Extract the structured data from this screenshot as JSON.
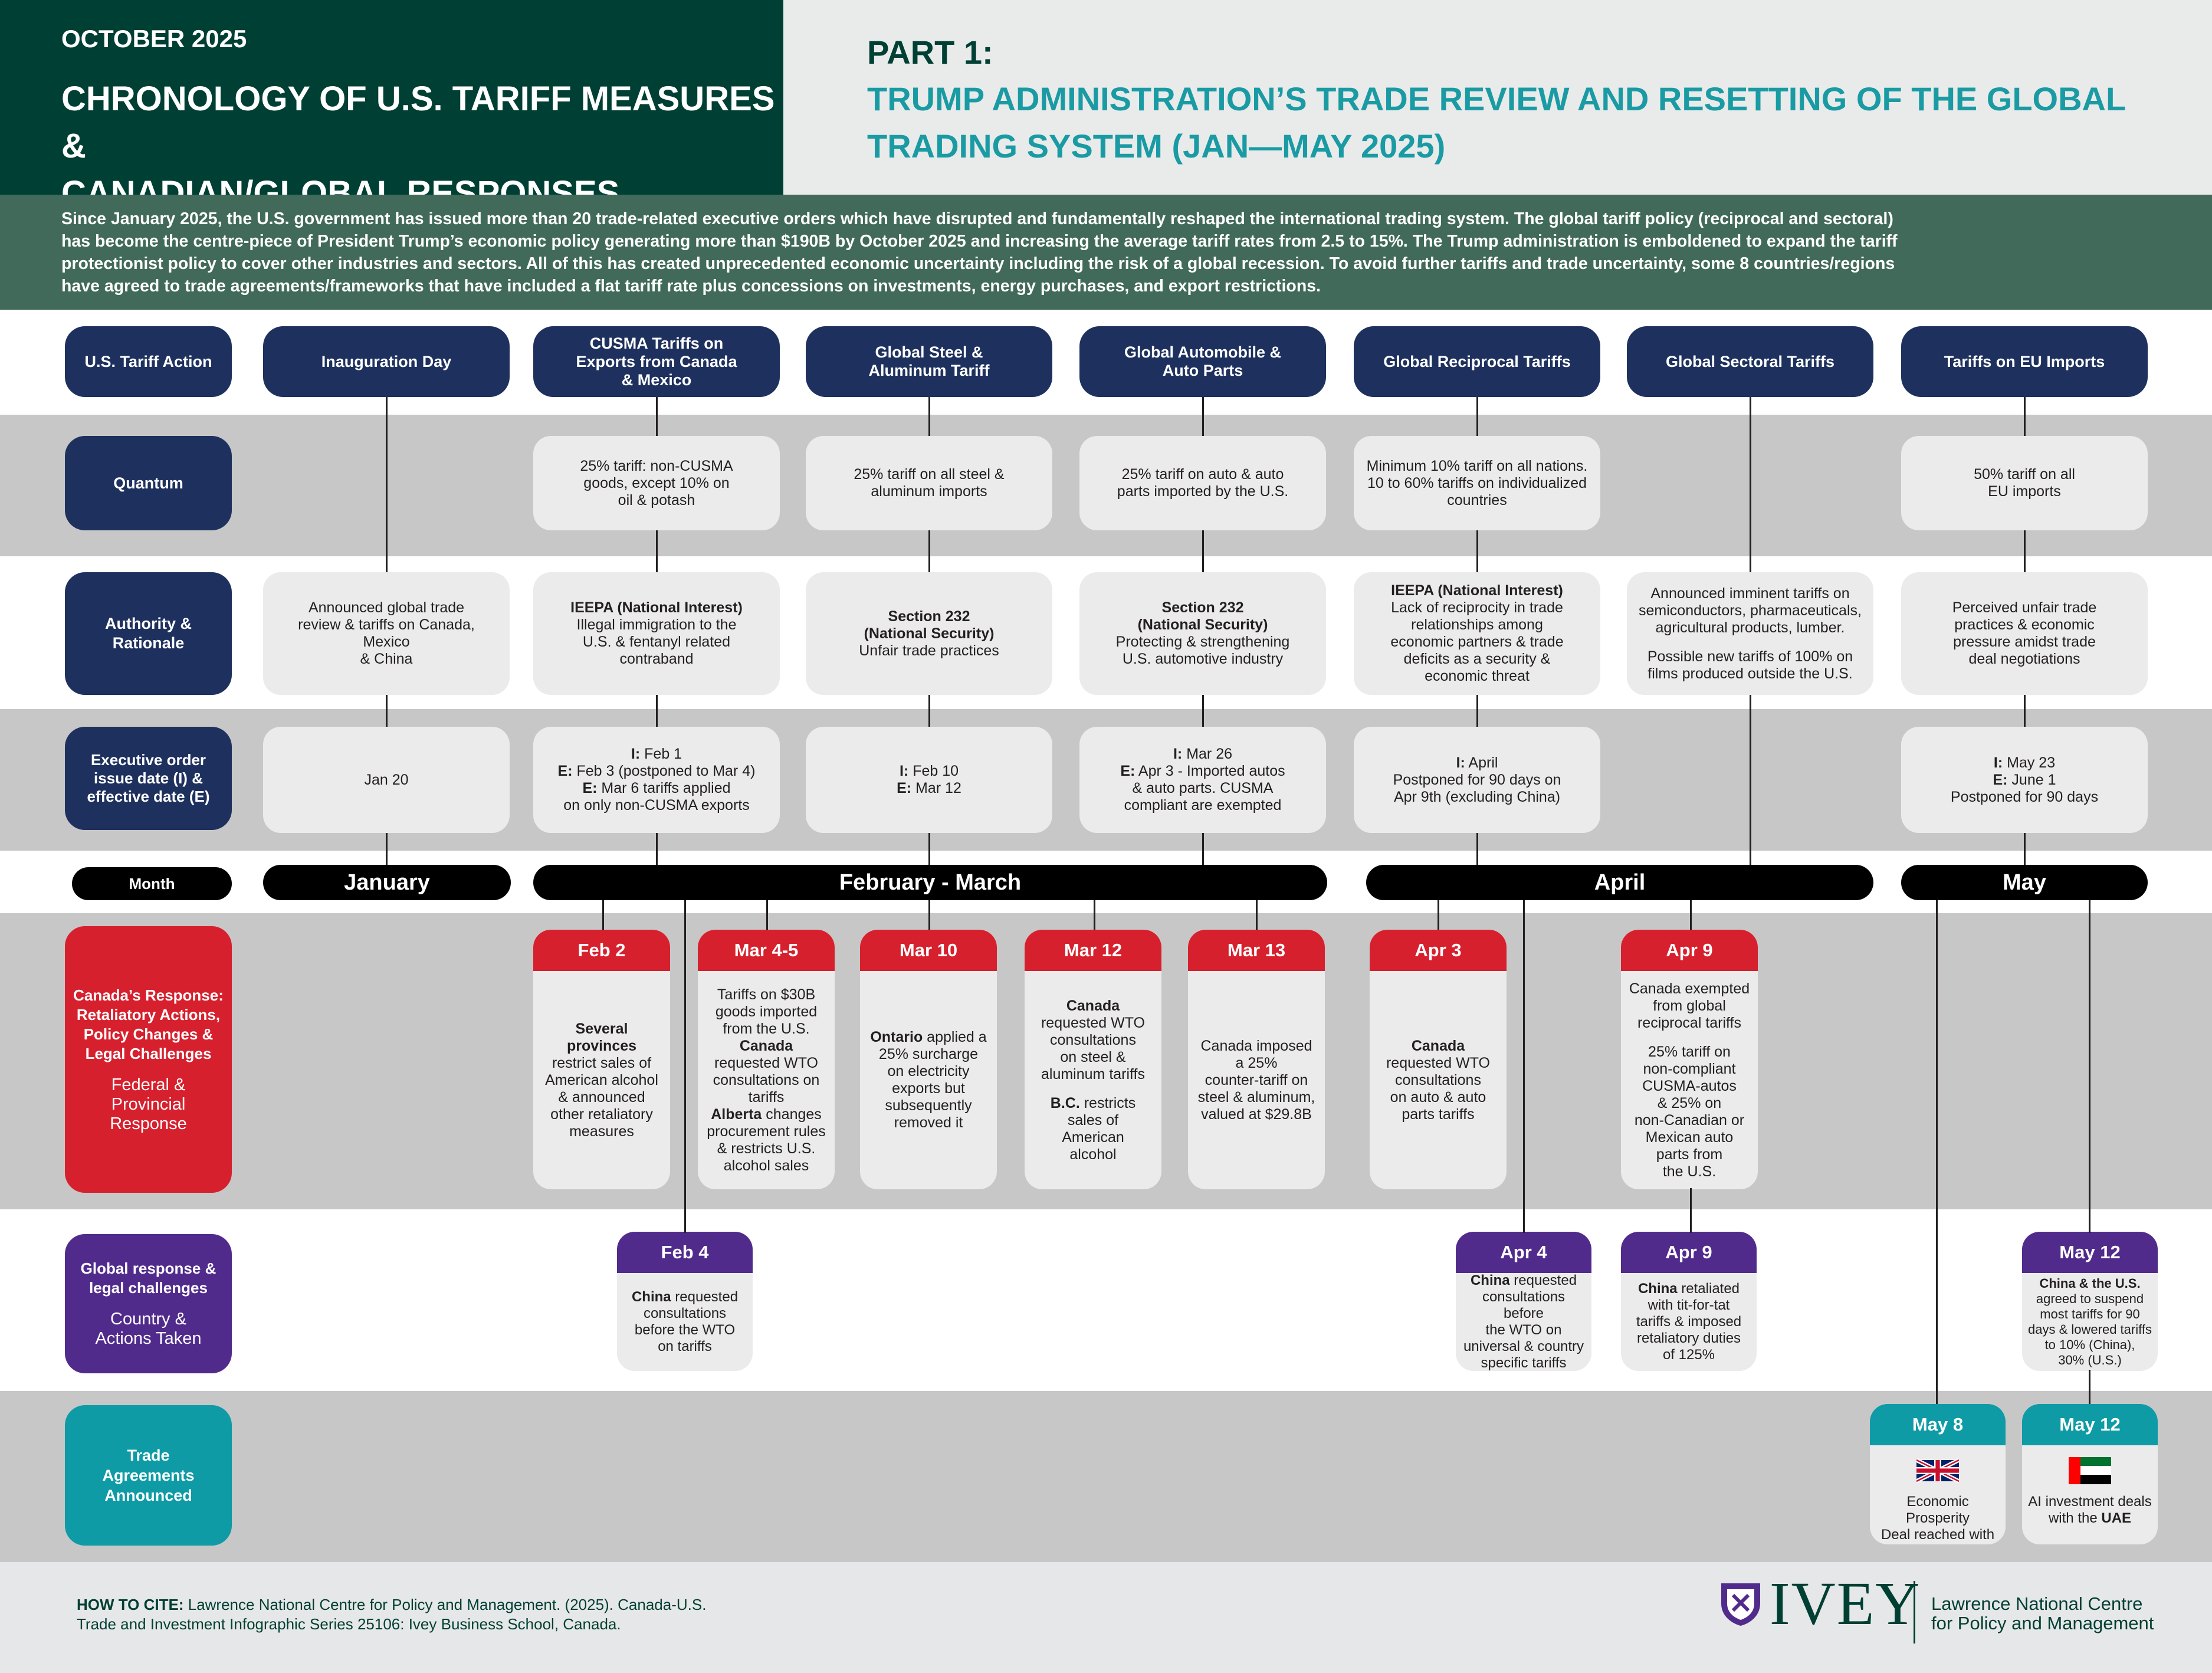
{
  "header": {
    "date": "OCTOBER 2025",
    "title_line1": "CHRONOLOGY OF U.S. TARIFF MEASURES &",
    "title_line2": "CANADIAN/GLOBAL RESPONSES",
    "part": "PART 1:",
    "subtitle_line1": "TRUMP ADMINISTRATION’S TRADE REVIEW AND RESETTING OF THE GLOBAL",
    "subtitle_line2": "TRADING SYSTEM (JAN—MAY 2025)"
  },
  "intro_lines": [
    "Since January 2025, the U.S. government has issued more than 20 trade-related executive orders which have disrupted and fundamentally reshaped the international trading system. The global tariff policy (reciprocal and sectoral)",
    "has become the centre-piece of President Trump’s economic policy generating more than $190B by October 2025 and increasing the average tariff rates from 2.5 to 15%. The Trump administration is emboldened to expand the tariff",
    "protectionist policy to cover other industries and sectors. All of this has created unprecedented economic uncertainty including the risk of a global recession. To avoid further tariffs and trade uncertainty, some 8 countries/regions",
    "have agreed to trade agreements/frameworks that have included a flat tariff rate plus concessions on investments, energy purchases, and export restrictions."
  ],
  "row_labels": {
    "action": "U.S. Tariff Action",
    "quantum": "Quantum",
    "authority": [
      "Authority &",
      "Rationale"
    ],
    "exec": [
      "Executive order",
      "issue date (I) &",
      "effective date (E)"
    ],
    "month": "Month",
    "canada": [
      "Canada’s Response:",
      "Retaliatory Actions,",
      "Policy Changes &",
      "Legal Challenges"
    ],
    "canada_sub": [
      "Federal &",
      "Provincial",
      "Response"
    ],
    "global": [
      "Global response &",
      "legal challenges"
    ],
    "global_sub": [
      "Country &",
      "Actions Taken"
    ],
    "trade": [
      "Trade",
      "Agreements",
      "Announced"
    ]
  },
  "actions": [
    {
      "title": [
        "Inauguration Day"
      ],
      "quantum": [],
      "authority": [
        {
          "t": "Announced global trade"
        },
        {
          "t": "review & tariffs on Canada, Mexico"
        },
        {
          "t": "& China"
        }
      ],
      "exec": [
        {
          "t": "Jan 20"
        }
      ]
    },
    {
      "title": [
        "CUSMA Tariffs on",
        "Exports from Canada",
        "& Mexico"
      ],
      "quantum": [
        "25% tariff: non-CUSMA",
        "goods, except 10% on",
        "oil & potash"
      ],
      "authority": [
        {
          "t": "IEEPA (National Interest)",
          "b": true
        },
        {
          "t": "Illegal immigration to the"
        },
        {
          "t": "U.S. & fentanyl related"
        },
        {
          "t": "contraband"
        }
      ],
      "exec": [
        {
          "p": "I:",
          "t": " Feb 1"
        },
        {
          "p": "E:",
          "t": " Feb 3 (postponed to Mar 4)"
        },
        {
          "p": "E:",
          "t": " Mar 6 tariffs applied"
        },
        {
          "t": "on only non-CUSMA exports"
        }
      ]
    },
    {
      "title": [
        "Global Steel &",
        "Aluminum Tariff"
      ],
      "quantum": [
        "25% tariff on all steel &",
        "aluminum imports"
      ],
      "authority": [
        {
          "t": "Section 232",
          "b": true
        },
        {
          "t": "(National Security)",
          "b": true
        },
        {
          "t": "Unfair trade practices"
        }
      ],
      "exec": [
        {
          "p": "I:",
          "t": " Feb 10"
        },
        {
          "p": "E:",
          "t": " Mar 12"
        }
      ]
    },
    {
      "title": [
        "Global Automobile &",
        "Auto Parts"
      ],
      "quantum": [
        "25% tariff on auto & auto",
        "parts imported by the U.S."
      ],
      "authority": [
        {
          "t": "Section 232",
          "b": true
        },
        {
          "t": "(National Security)",
          "b": true
        },
        {
          "t": "Protecting & strengthening"
        },
        {
          "t": "U.S. automotive industry"
        }
      ],
      "exec": [
        {
          "p": "I:",
          "t": " Mar 26"
        },
        {
          "p": "E:",
          "t": " Apr 3 - Imported autos"
        },
        {
          "t": "& auto parts. CUSMA"
        },
        {
          "t": "compliant are exempted"
        }
      ]
    },
    {
      "title": [
        "Global Reciprocal Tariffs"
      ],
      "quantum": [
        "Minimum 10% tariff on all nations.",
        "10 to 60% tariffs on individualized",
        "countries"
      ],
      "authority": [
        {
          "t": "IEEPA (National Interest)",
          "b": true
        },
        {
          "t": "Lack of reciprocity in trade"
        },
        {
          "t": "relationships among"
        },
        {
          "t": "economic partners & trade"
        },
        {
          "t": "deficits as a security &"
        },
        {
          "t": "economic threat"
        }
      ],
      "exec": [
        {
          "p": "I:",
          "t": "  April"
        },
        {
          "t": "Postponed for 90 days on"
        },
        {
          "t": "Apr 9th (excluding China)"
        }
      ]
    },
    {
      "title": [
        "Global Sectoral Tariffs"
      ],
      "quantum": [],
      "authority": [
        {
          "t": "Announced imminent tariffs on"
        },
        {
          "t": "semiconductors, pharmaceuticals,"
        },
        {
          "t": "agricultural products, lumber."
        },
        {
          "t": " "
        },
        {
          "t": "Possible new tariffs of 100% on"
        },
        {
          "t": "films produced outside the U.S."
        }
      ],
      "exec": []
    },
    {
      "title": [
        "Tariffs on EU Imports"
      ],
      "quantum": [
        "50% tariff on all",
        "EU imports"
      ],
      "authority": [
        {
          "t": "Perceived unfair trade"
        },
        {
          "t": "practices & economic"
        },
        {
          "t": "pressure amidst trade"
        },
        {
          "t": "deal negotiations"
        }
      ],
      "exec": [
        {
          "p": "I:",
          "t": " May 23"
        },
        {
          "p": "E:",
          "t": " June 1"
        },
        {
          "t": "Postponed for 90 days"
        }
      ]
    }
  ],
  "months": [
    "January",
    "February - March",
    "April",
    "May"
  ],
  "canada_responses": [
    {
      "date": "Feb 2",
      "body": [
        {
          "t": "Several",
          "b": true
        },
        {
          "t": "provinces",
          "b": true
        },
        {
          "t": "restrict sales of"
        },
        {
          "t": "American alcohol"
        },
        {
          "t": "& announced"
        },
        {
          "t": "other retaliatory"
        },
        {
          "t": "measures"
        }
      ]
    },
    {
      "date": "Mar 4-5",
      "body": [
        {
          "t": "Tariffs on $30B"
        },
        {
          "t": "goods imported"
        },
        {
          "t": "from the U.S."
        },
        {
          "t": "Canada",
          "b": true
        },
        {
          "t": "requested WTO"
        },
        {
          "t": "consultations on"
        },
        {
          "t": "tariffs"
        },
        {
          "p": "Alberta",
          "t": " changes"
        },
        {
          "t": "procurement rules"
        },
        {
          "t": "& restricts U.S."
        },
        {
          "t": "alcohol sales"
        }
      ]
    },
    {
      "date": "Mar 10",
      "body": [
        {
          "p": "Ontario",
          "t": " applied a"
        },
        {
          "t": "25% surcharge"
        },
        {
          "t": "on electricity"
        },
        {
          "t": "exports but"
        },
        {
          "t": "subsequently"
        },
        {
          "t": "removed it"
        }
      ]
    },
    {
      "date": "Mar 12",
      "body": [
        {
          "t": "Canada",
          "b": true
        },
        {
          "t": "requested WTO"
        },
        {
          "t": "consultations"
        },
        {
          "t": "on steel &"
        },
        {
          "t": "aluminum tariffs"
        },
        {
          "t": " "
        },
        {
          "p": "B.C.",
          "t": " restricts"
        },
        {
          "t": "sales of"
        },
        {
          "t": "American"
        },
        {
          "t": "alcohol"
        }
      ]
    },
    {
      "date": "Mar 13",
      "body": [
        {
          "t": "Canada imposed"
        },
        {
          "t": "a  25%"
        },
        {
          "t": "counter-tariff on"
        },
        {
          "t": "steel & aluminum,"
        },
        {
          "t": "valued at $29.8B"
        }
      ]
    },
    {
      "date": "Apr 3",
      "body": [
        {
          "t": "Canada",
          "b": true
        },
        {
          "t": "requested WTO"
        },
        {
          "t": "consultations"
        },
        {
          "t": "on auto & auto"
        },
        {
          "t": "parts tariffs"
        }
      ]
    },
    {
      "date": "Apr 9",
      "body": [
        {
          "t": "Canada exempted"
        },
        {
          "t": "from global"
        },
        {
          "t": "reciprocal tariffs"
        },
        {
          "t": " "
        },
        {
          "t": "25% tariff on"
        },
        {
          "t": "non-compliant"
        },
        {
          "t": "CUSMA-autos"
        },
        {
          "t": "& 25% on"
        },
        {
          "t": "non-Canadian or"
        },
        {
          "t": "Mexican auto"
        },
        {
          "t": "parts from"
        },
        {
          "t": "the U.S."
        }
      ]
    }
  ],
  "global_responses": [
    {
      "date": "Feb 4",
      "body": [
        {
          "p": "China",
          "t": " requested"
        },
        {
          "t": "consultations"
        },
        {
          "t": "before the WTO"
        },
        {
          "t": "on tariffs"
        }
      ]
    },
    {
      "date": "Apr 4",
      "body": [
        {
          "p": "China",
          "t": " requested"
        },
        {
          "t": "consultations before"
        },
        {
          "t": "the WTO on"
        },
        {
          "t": "universal & country"
        },
        {
          "t": "specific tariffs"
        }
      ]
    },
    {
      "date": "Apr 9",
      "body": [
        {
          "p": "China",
          "t": " retaliated"
        },
        {
          "t": "with tit-for-tat"
        },
        {
          "t": "tariffs & imposed"
        },
        {
          "t": "retaliatory duties"
        },
        {
          "t": "of 125%"
        }
      ]
    },
    {
      "date": "May 12",
      "body": [
        {
          "t": "China & the U.S.",
          "b": true
        },
        {
          "t": "agreed to suspend"
        },
        {
          "t": "most tariffs for 90"
        },
        {
          "t": "days & lowered tariffs"
        },
        {
          "t": "to 10% (China),"
        },
        {
          "t": "30% (U.S.)"
        }
      ]
    }
  ],
  "trade_agreements": [
    {
      "date": "May 8",
      "flag": "uk-flag-icon",
      "body": [
        {
          "t": "Economic Prosperity"
        },
        {
          "t": "Deal reached with"
        },
        {
          "p": "the ",
          "t": "UK",
          "tb": true
        }
      ]
    },
    {
      "date": "May 12",
      "flag": "uae-flag-icon",
      "body": [
        {
          "t": "AI investment deals"
        },
        {
          "p": "with the ",
          "t": "UAE",
          "tb": true
        }
      ]
    }
  ],
  "footer": {
    "cite_label": "HOW TO CITE:",
    "cite_line1": " Lawrence National Centre for Policy and Management. (2025). Canada-U.S.",
    "cite_line2": "Trade and Investment Infographic Series 25106: Ivey Business School, Canada.",
    "logo_text": "IVEY",
    "centre_line1": "Lawrence National Centre",
    "centre_line2": "for Policy and Management"
  },
  "colors": {
    "header_green": "#003f33",
    "intro_green": "#416a5a",
    "teal_title": "#1a9ba4",
    "navy": "#1e315e",
    "red": "#d7202d",
    "purple": "#512b8c",
    "teal": "#0e9ba5"
  }
}
